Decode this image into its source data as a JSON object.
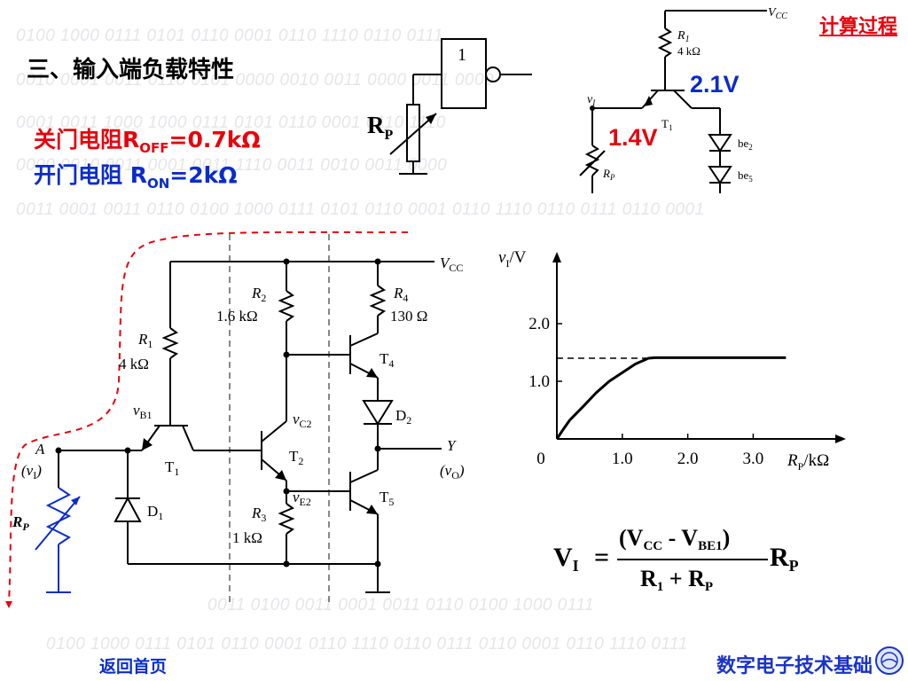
{
  "page": {
    "title": "三、输入端负载特性",
    "roff": {
      "prefix": "关门电阻R",
      "sub": "OFF",
      "suffix": "=0.7kΩ"
    },
    "ron": {
      "prefix": "开门电阻 R",
      "sub": "ON",
      "suffix": "=2kΩ"
    },
    "calc_link": "计算过程",
    "home_link": "返回首页",
    "course_name": "数字电子技术基础",
    "background_binary": [
      "0100 1000 0111 0101 0110 0001 0110 1110 0110 0111",
      "0010 0001 0011 0110 0101 0000 0010 0011 0000 0011 0000",
      "0001 0011 1000 1000 0111 0101 0110 0001 0110 1110",
      "0000 0010 0011 0001 0011 1110 0011 0010 0011 0000",
      "0011 0001 0011 0110 0100 1000 0111 0101 0110 0001 0110 1110 0110 0111 0110 0001",
      "0011 0100 0011 0001 0011 0110 0100 1000 0111",
      "0100 1000 0111 0101 0110 0001 0110 1110 0110 0111 0110 0001 0110 1110 0111"
    ]
  },
  "gate_diagram": {
    "gate_label": "1",
    "rp_label": "R",
    "rp_sub": "P"
  },
  "calc_circuit": {
    "vcc": "V",
    "vcc_sub": "CC",
    "r1": "R",
    "r1_sub": "1",
    "r1_value": "4 kΩ",
    "vi": "v",
    "vi_sub": "I",
    "t1": "T",
    "t1_sub": "1",
    "rp": "R",
    "rp_sub": "P",
    "d1": "be",
    "d1_sub": "2",
    "d2": "be",
    "d2_sub": "5",
    "base_voltage": "2.1V",
    "input_voltage": "1.4V",
    "accent_red": "#e8000b",
    "accent_blue": "#0a2ccc"
  },
  "main_circuit": {
    "vcc": "V",
    "vcc_sub": "CC",
    "r1": "R",
    "r1_sub": "1",
    "r1_value": "4 kΩ",
    "r2": "R",
    "r2_sub": "2",
    "r2_value": "1.6 kΩ",
    "r3": "R",
    "r3_sub": "3",
    "r3_value": "1 kΩ",
    "r4": "R",
    "r4_sub": "4",
    "r4_value": "130 Ω",
    "vb1": "v",
    "vb1_sub": "B1",
    "vc2": "v",
    "vc2_sub": "C2",
    "ve2": "v",
    "ve2_sub": "E2",
    "t1": "T",
    "t1_sub": "1",
    "t2": "T",
    "t2_sub": "2",
    "t4": "T",
    "t4_sub": "4",
    "t5": "T",
    "t5_sub": "5",
    "d1": "D",
    "d1_sub": "1",
    "d2": "D",
    "d2_sub": "2",
    "a": "A",
    "vi": "(v",
    "vi_sub": "I",
    "vi_end": ")",
    "y": "Y",
    "vo": "(v",
    "vo_sub": "O",
    "vo_end": ")",
    "rp": "R",
    "rp_sub": "P"
  },
  "formula": {
    "lhs": "V",
    "lhs_sub": "I",
    "num_open": "(V",
    "num_sub1": "CC",
    "num_mid": " - V",
    "num_sub2": "BE1",
    "num_close": ")",
    "den1": "R",
    "den1_sub": "1",
    "den_plus": " + R",
    "den2_sub": "P",
    "rhs": "R",
    "rhs_sub": "P"
  },
  "chart_data": {
    "type": "line",
    "ylabel": "v",
    "ylabel_sub": "I",
    "ylabel_unit": "/V",
    "xlabel": "R",
    "xlabel_sub": "P",
    "xlabel_unit": "/kΩ",
    "xlim": [
      0,
      4.2
    ],
    "ylim": [
      0,
      3.0
    ],
    "x_ticks": [
      0,
      1.0,
      2.0,
      3.0
    ],
    "x_tick_labels": [
      "0",
      "1.0",
      "2.0",
      "3.0"
    ],
    "y_ticks": [
      1.0,
      2.0
    ],
    "y_tick_labels": [
      "1.0",
      "2.0"
    ],
    "series": [
      {
        "x": [
          0,
          0.1,
          0.2,
          0.4,
          0.6,
          0.8,
          1.0,
          1.2,
          1.4,
          1.5,
          1.6,
          2.0,
          2.5,
          3.0,
          3.5
        ],
        "y": [
          0,
          0.17,
          0.33,
          0.56,
          0.8,
          1.0,
          1.15,
          1.3,
          1.4,
          1.41,
          1.41,
          1.41,
          1.41,
          1.41,
          1.41
        ]
      }
    ],
    "reference_line": {
      "y": 1.4,
      "x": [
        0,
        1.5
      ],
      "style": "dashed"
    },
    "grid": false
  }
}
